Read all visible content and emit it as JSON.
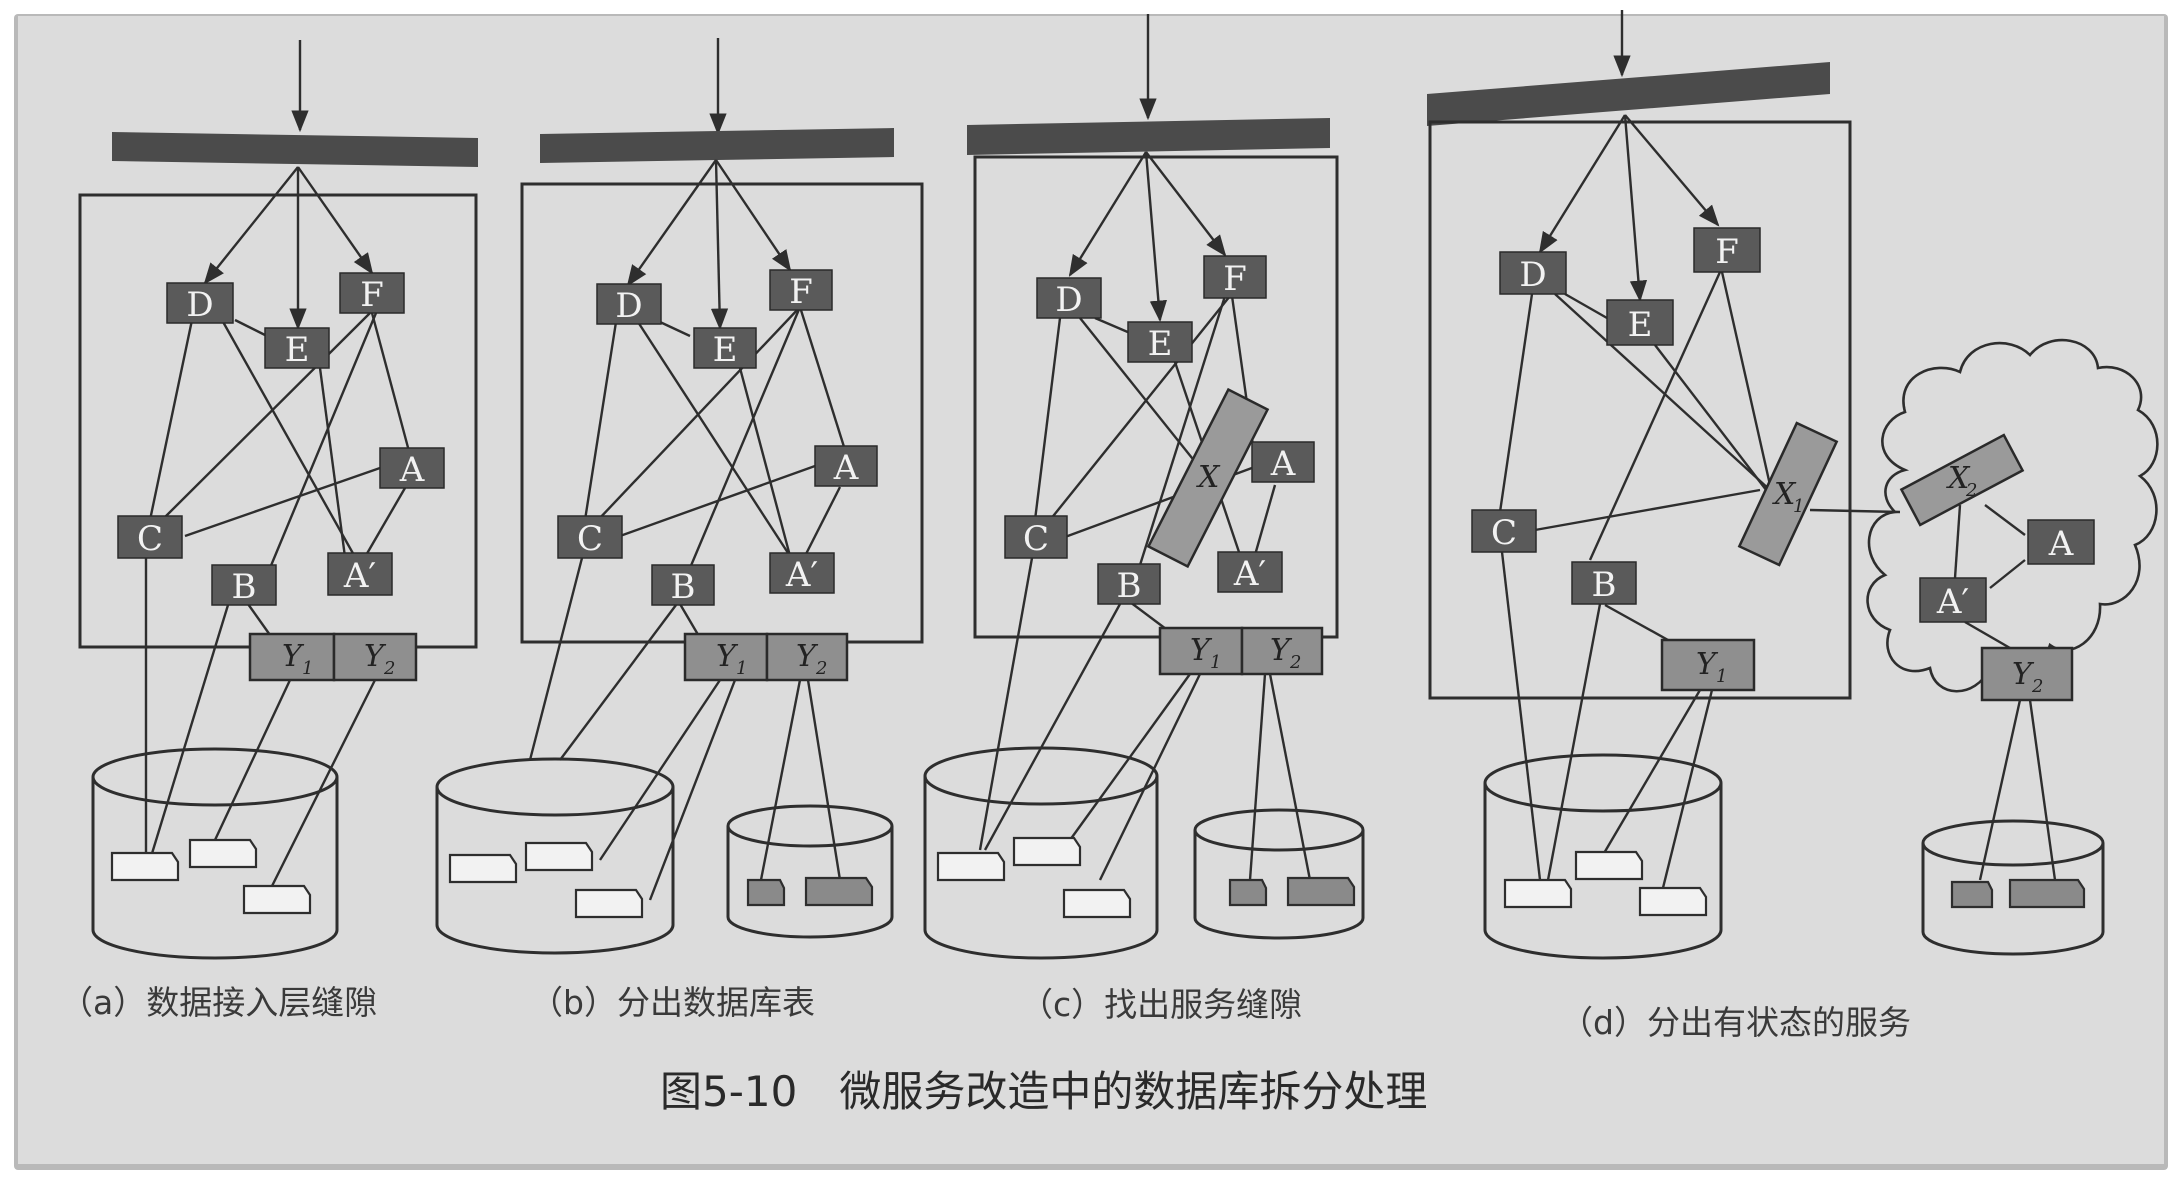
{
  "figure": {
    "title": "图5-10　微服务改造中的数据库拆分处理"
  },
  "panels": [
    {
      "caption": "（a）数据接入层缝隙",
      "nodes": {
        "D": "D",
        "E": "E",
        "F": "F",
        "A": "A",
        "C": "C",
        "B": "B",
        "Aprime": "A′"
      },
      "y1": "Y",
      "y1_sub": "1",
      "y2": "Y",
      "y2_sub": "2"
    },
    {
      "caption": "（b）分出数据库表",
      "nodes": {
        "D": "D",
        "E": "E",
        "F": "F",
        "A": "A",
        "C": "C",
        "B": "B",
        "Aprime": "A′"
      },
      "y1": "Y",
      "y1_sub": "1",
      "y2": "Y",
      "y2_sub": "2"
    },
    {
      "caption": "（c）找出服务缝隙",
      "nodes": {
        "D": "D",
        "E": "E",
        "F": "F",
        "A": "A",
        "C": "C",
        "B": "B",
        "Aprime": "A′"
      },
      "x": "X",
      "y1": "Y",
      "y1_sub": "1",
      "y2": "Y",
      "y2_sub": "2"
    },
    {
      "caption": "（d）分出有状态的服务",
      "nodes": {
        "D": "D",
        "E": "E",
        "F": "F",
        "A": "A",
        "C": "C",
        "B": "B",
        "Aprime": "A′"
      },
      "x1": "X",
      "x1_sub": "1",
      "x2": "X",
      "x2_sub": "2",
      "y1": "Y",
      "y1_sub": "1",
      "y2": "Y",
      "y2_sub": "2"
    }
  ],
  "colors": {
    "paper": "#dcdcdc",
    "line": "#2e2e2e",
    "node": "#5a5a5a",
    "gateway": "#4b4b4b",
    "y_box": "#8f8f8f"
  }
}
